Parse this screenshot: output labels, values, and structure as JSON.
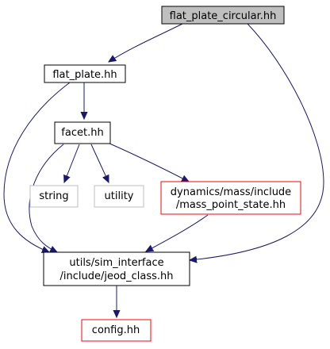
{
  "graph": {
    "nodes": {
      "flat_plate_circular": {
        "label": "flat_plate_circular.hh",
        "fill": "#bfbfbf",
        "stroke": "#000000"
      },
      "flat_plate": {
        "label": "flat_plate.hh",
        "fill": "#ffffff",
        "stroke": "#000000"
      },
      "facet": {
        "label": "facet.hh",
        "fill": "#ffffff",
        "stroke": "#000000"
      },
      "string": {
        "label": "string",
        "fill": "#ffffff",
        "stroke": "#bfbfbf"
      },
      "utility": {
        "label": "utility",
        "fill": "#ffffff",
        "stroke": "#bfbfbf"
      },
      "mass_point_state": {
        "label_line1": "dynamics/mass/include",
        "label_line2": "/mass_point_state.hh",
        "fill": "#ffffff",
        "stroke": "#ff0000"
      },
      "jeod_class": {
        "label_line1": "utils/sim_interface",
        "label_line2": "/include/jeod_class.hh",
        "fill": "#ffffff",
        "stroke": "#000000"
      },
      "config": {
        "label": "config.hh",
        "fill": "#ffffff",
        "stroke": "#ff0000"
      }
    },
    "edges": [
      {
        "from": "flat_plate_circular",
        "to": "flat_plate"
      },
      {
        "from": "flat_plate_circular",
        "to": "jeod_class"
      },
      {
        "from": "flat_plate",
        "to": "facet"
      },
      {
        "from": "flat_plate",
        "to": "jeod_class"
      },
      {
        "from": "facet",
        "to": "string"
      },
      {
        "from": "facet",
        "to": "utility"
      },
      {
        "from": "facet",
        "to": "mass_point_state"
      },
      {
        "from": "facet",
        "to": "jeod_class"
      },
      {
        "from": "mass_point_state",
        "to": "jeod_class"
      },
      {
        "from": "jeod_class",
        "to": "config"
      }
    ],
    "edge_color": "#191970"
  }
}
